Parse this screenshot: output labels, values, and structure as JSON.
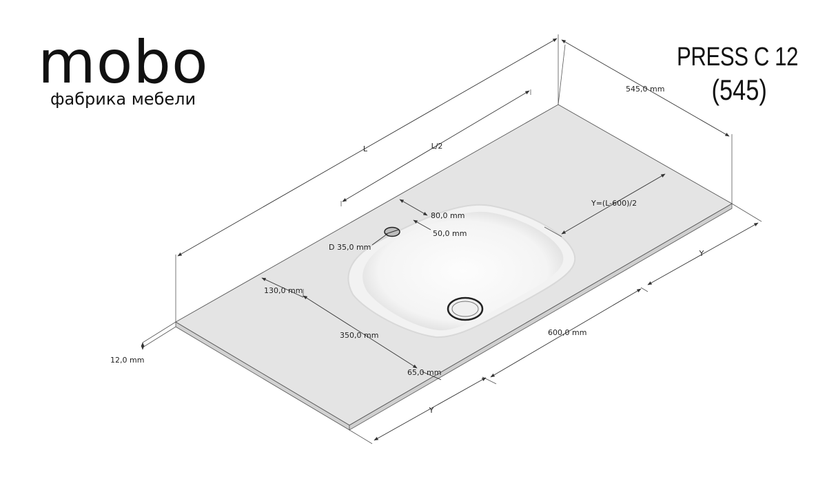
{
  "brand": {
    "name": "mobo",
    "tagline": "фабрика мебели"
  },
  "model": {
    "name": "PRESS C 12",
    "size": "(545)"
  },
  "dimensions": {
    "depth": "545,0 mm",
    "length": "L",
    "half_length": "L/2",
    "y_formula": "Y=(L-600)/2",
    "y_right": "Y",
    "y_front": "Y",
    "tap_offset_back": "80,0 mm",
    "tap_offset_side": "50,0 mm",
    "tap_diameter": "D 35,0 mm",
    "bowl_back_offset": "130,0 mm",
    "bowl_depth": "350,0 mm",
    "bowl_front_offset": "65,0 mm",
    "bowl_width": "600,0 mm",
    "thickness": "12,0 mm"
  },
  "colors": {
    "background": "#ffffff",
    "countertop": "#e4e4e4",
    "countertop_edge": "#d2d2d2",
    "bowl": "#f7f7f7",
    "line": "#333333"
  },
  "icons": {
    "drain": "drain-icon",
    "tap_hole": "tap-hole-icon"
  }
}
